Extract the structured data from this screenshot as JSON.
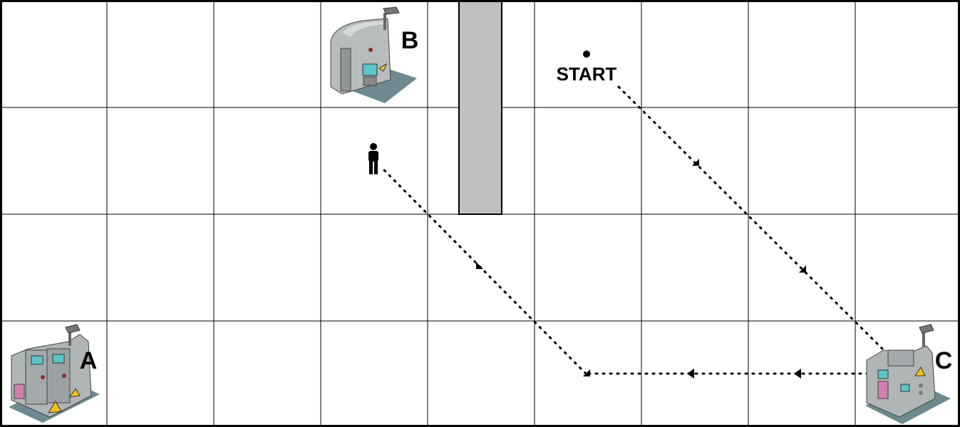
{
  "grid": {
    "cols": 9,
    "rows": 4,
    "line_color": "#000000",
    "background": "#ffffff"
  },
  "labels": {
    "start": "START",
    "machine_a": "A",
    "machine_b": "B",
    "machine_c": "C"
  },
  "colors": {
    "wall": "#c0c0c0",
    "machine_body": "#9aa3a3",
    "machine_shadow": "#6e8a90",
    "warning": "#f2c21b",
    "path": "#000000"
  },
  "icons": {
    "machine": "industrial-machine-icon",
    "person": "person-icon",
    "arrow": "triangle-arrow-icon"
  }
}
